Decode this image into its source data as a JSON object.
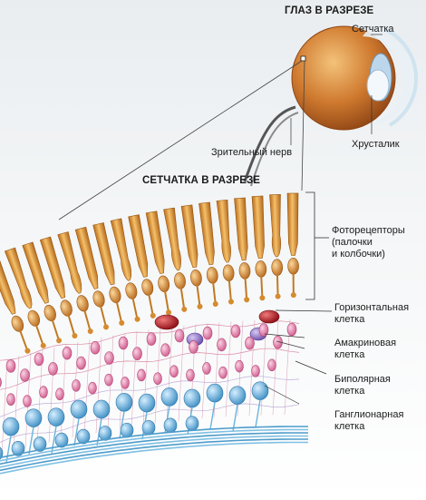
{
  "eye_section": {
    "title": "ГЛАЗ В РАЗРЕЗЕ",
    "retina_label": "Сетчатка",
    "lens_label": "Хрусталик",
    "optic_nerve_label": "Зрительный нерв"
  },
  "retina_section": {
    "title": "СЕТЧАТКА В РАЗРЕЗЕ",
    "photoreceptors_label": "Фоторецепторы\n(палочки\nи колбочки)",
    "horizontal_cell_label": "Горизонтальная\nклетка",
    "amacrine_cell_label": "Амакриновая\nклетка",
    "bipolar_cell_label": "Биполярная\nклетка",
    "ganglion_cell_label": "Ганглионарная\nклетка"
  },
  "colors": {
    "photoreceptor": "#d9952f",
    "horizontal_cell": "#b0161f",
    "amacrine_cell": "#7b5fb3",
    "bipolar_cell": "#d9709e",
    "ganglion_cell": "#5aa9d6",
    "eyeball": "#c9702c"
  }
}
